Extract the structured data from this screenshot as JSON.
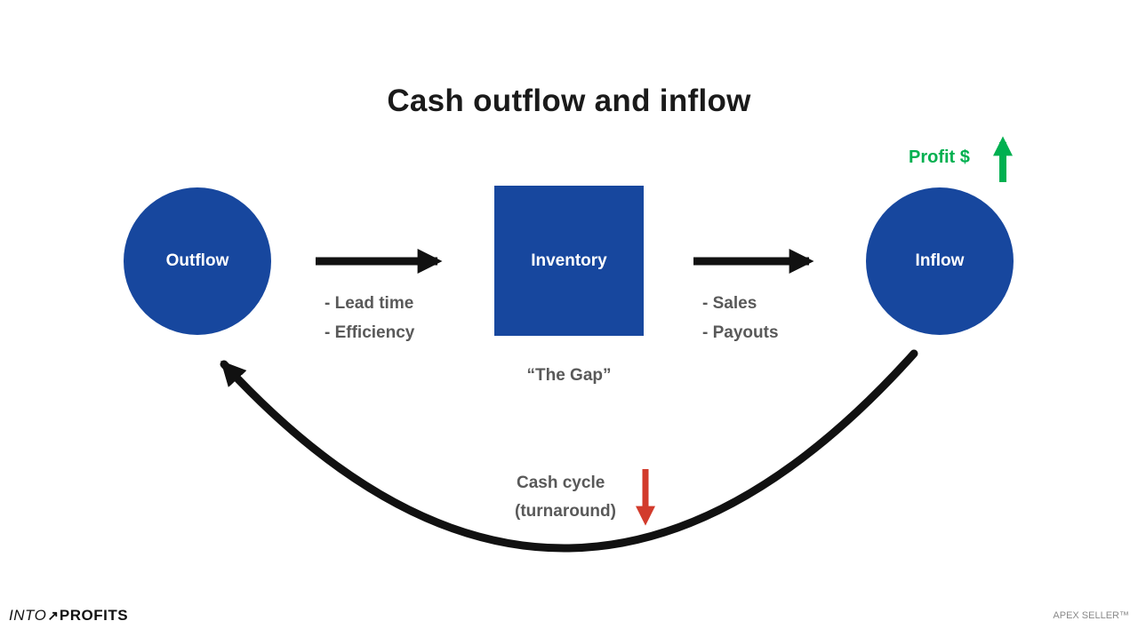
{
  "title": "Cash outflow and inflow",
  "nodes": {
    "outflow": {
      "label": "Outflow"
    },
    "inventory": {
      "label": "Inventory"
    },
    "inflow": {
      "label": "Inflow"
    }
  },
  "labels": {
    "lead_time": "- Lead time",
    "efficiency": "- Efficiency",
    "sales": "- Sales",
    "payouts": "- Payouts",
    "gap": "“The Gap”",
    "profit": "Profit $",
    "cash_cycle_line1": "Cash cycle",
    "cash_cycle_line2": "(turnaround)"
  },
  "footer": {
    "logo_into": "INTO",
    "logo_arrow": "↗",
    "logo_profits": "PROFITS",
    "trademark": "APEX SELLER™"
  },
  "colors": {
    "node_blue": "#17479E",
    "arrow_black": "#111111",
    "profit_green": "#00B050",
    "cycle_red": "#D23B2C",
    "label_gray": "#595959"
  }
}
